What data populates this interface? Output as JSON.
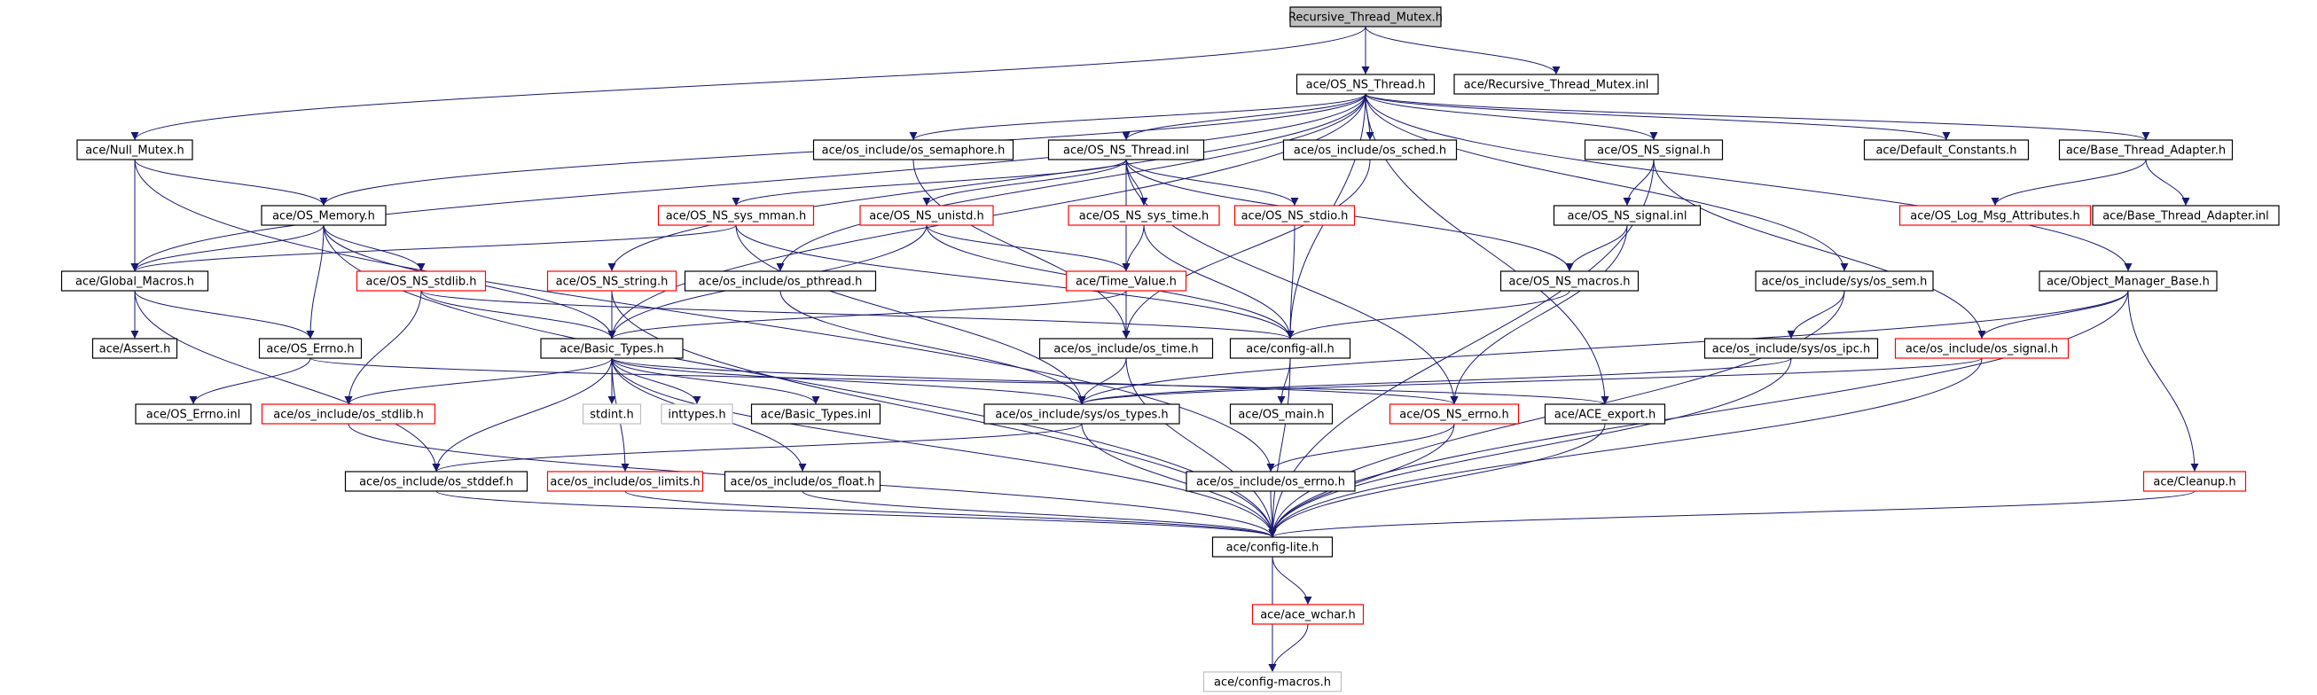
{
  "colors": {
    "background": "#ffffff",
    "edge": "#191970",
    "root_fill": "#bfbfbf",
    "border_normal": "#000000",
    "border_truncated": "#ff0000",
    "border_external": "#bfbfbf",
    "text": "#000000"
  },
  "nodes": [
    {
      "id": "root",
      "label": "Recursive_Thread_Mutex.h",
      "kind": "root"
    },
    {
      "id": "os_ns_thread_h",
      "label": "ace/OS_NS_Thread.h",
      "kind": "normal"
    },
    {
      "id": "recursive_inl",
      "label": "ace/Recursive_Thread_Mutex.inl",
      "kind": "normal"
    },
    {
      "id": "null_mutex",
      "label": "ace/Null_Mutex.h",
      "kind": "normal"
    },
    {
      "id": "os_semaphore",
      "label": "ace/os_include/os_semaphore.h",
      "kind": "normal"
    },
    {
      "id": "os_ns_thread_inl",
      "label": "ace/OS_NS_Thread.inl",
      "kind": "normal"
    },
    {
      "id": "os_sched",
      "label": "ace/os_include/os_sched.h",
      "kind": "normal"
    },
    {
      "id": "os_ns_signal_h",
      "label": "ace/OS_NS_signal.h",
      "kind": "normal"
    },
    {
      "id": "default_constants",
      "label": "ace/Default_Constants.h",
      "kind": "normal"
    },
    {
      "id": "base_thread_adapter_h",
      "label": "ace/Base_Thread_Adapter.h",
      "kind": "normal"
    },
    {
      "id": "os_memory",
      "label": "ace/OS_Memory.h",
      "kind": "normal"
    },
    {
      "id": "os_ns_sys_mman",
      "label": "ace/OS_NS_sys_mman.h",
      "kind": "truncated"
    },
    {
      "id": "os_ns_unistd",
      "label": "ace/OS_NS_unistd.h",
      "kind": "truncated"
    },
    {
      "id": "os_ns_sys_time",
      "label": "ace/OS_NS_sys_time.h",
      "kind": "truncated"
    },
    {
      "id": "os_ns_stdio",
      "label": "ace/OS_NS_stdio.h",
      "kind": "truncated"
    },
    {
      "id": "os_ns_signal_inl",
      "label": "ace/OS_NS_signal.inl",
      "kind": "normal"
    },
    {
      "id": "os_log_msg",
      "label": "ace/OS_Log_Msg_Attributes.h",
      "kind": "truncated"
    },
    {
      "id": "base_thread_adapter_inl",
      "label": "ace/Base_Thread_Adapter.inl",
      "kind": "normal"
    },
    {
      "id": "global_macros",
      "label": "ace/Global_Macros.h",
      "kind": "normal"
    },
    {
      "id": "os_ns_stdlib",
      "label": "ace/OS_NS_stdlib.h",
      "kind": "truncated"
    },
    {
      "id": "os_ns_string",
      "label": "ace/OS_NS_string.h",
      "kind": "truncated"
    },
    {
      "id": "os_pthread",
      "label": "ace/os_include/os_pthread.h",
      "kind": "normal"
    },
    {
      "id": "time_value",
      "label": "ace/Time_Value.h",
      "kind": "truncated"
    },
    {
      "id": "os_ns_macros",
      "label": "ace/OS_NS_macros.h",
      "kind": "normal"
    },
    {
      "id": "os_sem",
      "label": "ace/os_include/sys/os_sem.h",
      "kind": "normal"
    },
    {
      "id": "object_manager_base",
      "label": "ace/Object_Manager_Base.h",
      "kind": "normal"
    },
    {
      "id": "assert_h",
      "label": "ace/Assert.h",
      "kind": "normal"
    },
    {
      "id": "os_errno_h",
      "label": "ace/OS_Errno.h",
      "kind": "normal"
    },
    {
      "id": "basic_types_h",
      "label": "ace/Basic_Types.h",
      "kind": "normal"
    },
    {
      "id": "os_time",
      "label": "ace/os_include/os_time.h",
      "kind": "normal"
    },
    {
      "id": "config_all",
      "label": "ace/config-all.h",
      "kind": "normal"
    },
    {
      "id": "os_ipc",
      "label": "ace/os_include/sys/os_ipc.h",
      "kind": "normal"
    },
    {
      "id": "os_signal",
      "label": "ace/os_include/os_signal.h",
      "kind": "truncated"
    },
    {
      "id": "os_errno_inl",
      "label": "ace/OS_Errno.inl",
      "kind": "normal"
    },
    {
      "id": "os_stdlib",
      "label": "ace/os_include/os_stdlib.h",
      "kind": "truncated"
    },
    {
      "id": "stdint",
      "label": "stdint.h",
      "kind": "external"
    },
    {
      "id": "inttypes",
      "label": "inttypes.h",
      "kind": "external"
    },
    {
      "id": "basic_types_inl",
      "label": "ace/Basic_Types.inl",
      "kind": "normal"
    },
    {
      "id": "os_types",
      "label": "ace/os_include/sys/os_types.h",
      "kind": "normal"
    },
    {
      "id": "os_main",
      "label": "ace/OS_main.h",
      "kind": "normal"
    },
    {
      "id": "os_ns_errno",
      "label": "ace/OS_NS_errno.h",
      "kind": "truncated"
    },
    {
      "id": "ace_export",
      "label": "ace/ACE_export.h",
      "kind": "normal"
    },
    {
      "id": "os_stddef",
      "label": "ace/os_include/os_stddef.h",
      "kind": "normal"
    },
    {
      "id": "os_limits",
      "label": "ace/os_include/os_limits.h",
      "kind": "truncated"
    },
    {
      "id": "os_float",
      "label": "ace/os_include/os_float.h",
      "kind": "normal"
    },
    {
      "id": "os_errno_inc",
      "label": "ace/os_include/os_errno.h",
      "kind": "normal"
    },
    {
      "id": "cleanup",
      "label": "ace/Cleanup.h",
      "kind": "truncated"
    },
    {
      "id": "config_lite",
      "label": "ace/config-lite.h",
      "kind": "normal"
    },
    {
      "id": "ace_wchar",
      "label": "ace/ace_wchar.h",
      "kind": "truncated"
    },
    {
      "id": "config_macros",
      "label": "ace/config-macros.h",
      "kind": "external"
    }
  ],
  "edges": [
    [
      "root",
      "os_ns_thread_h"
    ],
    [
      "root",
      "recursive_inl"
    ],
    [
      "root",
      "null_mutex"
    ],
    [
      "os_ns_thread_h",
      "os_semaphore"
    ],
    [
      "os_ns_thread_h",
      "os_ns_thread_inl"
    ],
    [
      "os_ns_thread_h",
      "os_sched"
    ],
    [
      "os_ns_thread_h",
      "os_ns_signal_h"
    ],
    [
      "os_ns_thread_h",
      "default_constants"
    ],
    [
      "os_ns_thread_h",
      "base_thread_adapter_h"
    ],
    [
      "os_ns_thread_h",
      "os_memory"
    ],
    [
      "os_ns_thread_h",
      "global_macros"
    ],
    [
      "os_ns_thread_h",
      "basic_types_h"
    ],
    [
      "os_ns_thread_h",
      "config_all"
    ],
    [
      "os_ns_thread_h",
      "os_sem"
    ],
    [
      "os_ns_thread_h",
      "object_manager_base"
    ],
    [
      "os_ns_thread_h",
      "ace_export"
    ],
    [
      "os_ns_thread_h",
      "os_ns_string"
    ],
    [
      "os_ns_thread_h",
      "os_pthread"
    ],
    [
      "null_mutex",
      "os_memory"
    ],
    [
      "null_mutex",
      "global_macros"
    ],
    [
      "null_mutex",
      "os_errno_inc"
    ],
    [
      "os_memory",
      "global_macros"
    ],
    [
      "os_memory",
      "os_ns_stdlib"
    ],
    [
      "os_memory",
      "os_errno_h"
    ],
    [
      "os_memory",
      "basic_types_h"
    ],
    [
      "os_memory",
      "config_lite"
    ],
    [
      "os_ns_thread_inl",
      "os_ns_sys_mman"
    ],
    [
      "os_ns_thread_inl",
      "os_ns_unistd"
    ],
    [
      "os_ns_thread_inl",
      "os_ns_sys_time"
    ],
    [
      "os_ns_thread_inl",
      "os_ns_stdio"
    ],
    [
      "os_ns_thread_inl",
      "os_ns_macros"
    ],
    [
      "os_ns_thread_inl",
      "os_ns_errno"
    ],
    [
      "os_ns_thread_inl",
      "time_value"
    ],
    [
      "os_ns_signal_h",
      "os_ns_signal_inl"
    ],
    [
      "os_ns_signal_h",
      "os_signal"
    ],
    [
      "os_ns_signal_h",
      "config_lite"
    ],
    [
      "base_thread_adapter_h",
      "os_log_msg"
    ],
    [
      "base_thread_adapter_h",
      "base_thread_adapter_inl"
    ],
    [
      "os_ns_sys_mman",
      "global_macros"
    ],
    [
      "os_ns_sys_mman",
      "os_types"
    ],
    [
      "os_ns_sys_mman",
      "config_all"
    ],
    [
      "os_ns_unistd",
      "time_value"
    ],
    [
      "os_ns_unistd",
      "basic_types_h"
    ],
    [
      "os_ns_unistd",
      "config_all"
    ],
    [
      "os_ns_sys_time",
      "time_value"
    ],
    [
      "os_ns_sys_time",
      "config_all"
    ],
    [
      "os_ns_stdio",
      "config_all"
    ],
    [
      "os_ns_signal_inl",
      "os_ns_macros"
    ],
    [
      "os_ns_signal_inl",
      "os_ns_errno"
    ],
    [
      "global_macros",
      "assert_h"
    ],
    [
      "global_macros",
      "os_errno_h"
    ],
    [
      "global_macros",
      "os_stddef"
    ],
    [
      "os_ns_stdlib",
      "basic_types_h"
    ],
    [
      "os_ns_stdlib",
      "os_stdlib"
    ],
    [
      "os_ns_stdlib",
      "config_all"
    ],
    [
      "os_ns_string",
      "basic_types_h"
    ],
    [
      "os_ns_string",
      "config_lite"
    ],
    [
      "os_pthread",
      "os_types"
    ],
    [
      "time_value",
      "basic_types_h"
    ],
    [
      "time_value",
      "os_time"
    ],
    [
      "os_ns_macros",
      "config_all"
    ],
    [
      "os_sem",
      "os_ipc"
    ],
    [
      "os_sem",
      "config_lite"
    ],
    [
      "object_manager_base",
      "os_signal"
    ],
    [
      "object_manager_base",
      "cleanup"
    ],
    [
      "object_manager_base",
      "config_lite"
    ],
    [
      "object_manager_base",
      "os_types"
    ],
    [
      "os_errno_h",
      "os_errno_inl"
    ],
    [
      "os_errno_h",
      "ace_export"
    ],
    [
      "basic_types_h",
      "stdint"
    ],
    [
      "basic_types_h",
      "inttypes"
    ],
    [
      "basic_types_h",
      "basic_types_inl"
    ],
    [
      "basic_types_h",
      "os_stdlib"
    ],
    [
      "basic_types_h",
      "os_stddef"
    ],
    [
      "basic_types_h",
      "os_limits"
    ],
    [
      "basic_types_h",
      "os_float"
    ],
    [
      "basic_types_h",
      "os_types"
    ],
    [
      "basic_types_h",
      "os_ns_errno"
    ],
    [
      "basic_types_h",
      "config_lite"
    ],
    [
      "os_semaphore",
      "os_time"
    ],
    [
      "os_sched",
      "os_time"
    ],
    [
      "os_time",
      "os_types"
    ],
    [
      "os_time",
      "config_lite"
    ],
    [
      "config_all",
      "os_main"
    ],
    [
      "config_all",
      "config_lite"
    ],
    [
      "os_ipc",
      "os_types"
    ],
    [
      "os_ipc",
      "config_lite"
    ],
    [
      "os_signal",
      "os_types"
    ],
    [
      "os_signal",
      "config_lite"
    ],
    [
      "os_stdlib",
      "config_lite"
    ],
    [
      "os_types",
      "os_stddef"
    ],
    [
      "os_types",
      "config_lite"
    ],
    [
      "os_ns_errno",
      "os_errno_inc"
    ],
    [
      "os_ns_errno",
      "config_lite"
    ],
    [
      "ace_export",
      "config_lite"
    ],
    [
      "os_stddef",
      "config_lite"
    ],
    [
      "os_limits",
      "config_lite"
    ],
    [
      "os_float",
      "config_lite"
    ],
    [
      "os_errno_inc",
      "config_lite"
    ],
    [
      "cleanup",
      "config_lite"
    ],
    [
      "config_lite",
      "ace_wchar"
    ],
    [
      "config_lite",
      "config_macros"
    ],
    [
      "ace_wchar",
      "config_macros"
    ]
  ]
}
